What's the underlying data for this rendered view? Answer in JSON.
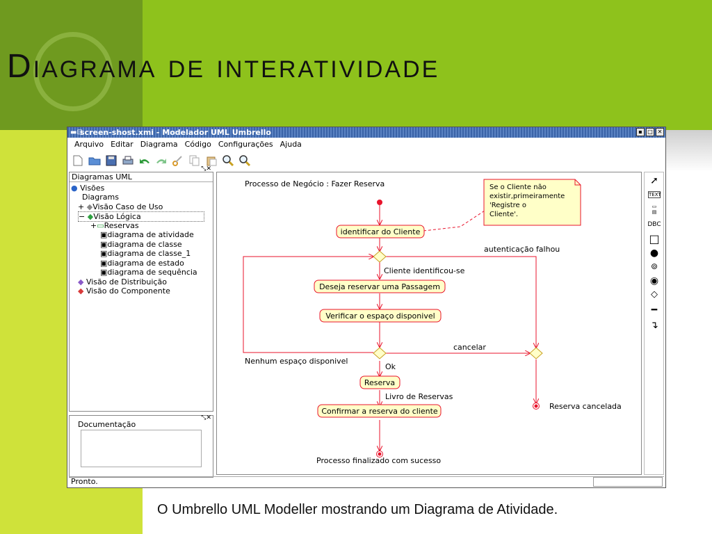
{
  "slide": {
    "title": "Diagrama de interatividade",
    "caption": "O Umbrello UML Modeller mostrando um Diagrama de Atividade."
  },
  "window": {
    "title": "screen-shost.xmi - Modelador UML Umbrello",
    "menu": [
      "Arquivo",
      "Editar",
      "Diagrama",
      "Código",
      "Configurações",
      "Ajuda"
    ],
    "status": "Pronto."
  },
  "tree": {
    "header": "Diagramas UML",
    "nodes": [
      {
        "label": "Visões"
      },
      {
        "label": "Diagrams"
      },
      {
        "label": "Visão Caso de Uso"
      },
      {
        "label": "Visão Lógica"
      },
      {
        "label": "Reservas"
      },
      {
        "label": "diagrama de atividade"
      },
      {
        "label": "diagrama de classe"
      },
      {
        "label": "diagrama de classe_1"
      },
      {
        "label": "diagrama de estado"
      },
      {
        "label": "diagrama de sequência"
      },
      {
        "label": "Visão de Distribuição"
      },
      {
        "label": "Visão do Componente"
      }
    ]
  },
  "documentation": {
    "label": "Documentação"
  },
  "diagram": {
    "title": "Processo de Negócio : Fazer Reserva",
    "note": [
      "Se o Cliente não",
      "existir,primeiramente",
      "'Registre o",
      "Cliente'."
    ],
    "activities": {
      "identify": "identificar do Cliente",
      "desire": "Deseja reservar uma Passagem",
      "verify": "Verificar o espaço disponivel",
      "reserve": "Reserva",
      "confirm": "Confirmar a reserva do cliente"
    },
    "labels": {
      "auth_failed": "autenticação falhou",
      "client_identified": "Cliente identificou-se",
      "cancel": "cancelar",
      "no_space": "Nenhum espaço disponivel",
      "ok": "Ok",
      "book_of_reservations": "Livro de Reservas",
      "reservation_cancelled": "Reserva cancelada",
      "process_finished": "Processo finalizado com sucesso"
    }
  },
  "palette": {
    "text_label": "TEXT",
    "dbc_label": "DBC"
  },
  "colors": {
    "accent_green": "#8ec21c",
    "dark_green": "#6f9a1f",
    "light_green": "#cfe23a",
    "activity_fill": "#ffffc8",
    "flow_red": "#e8132b"
  }
}
